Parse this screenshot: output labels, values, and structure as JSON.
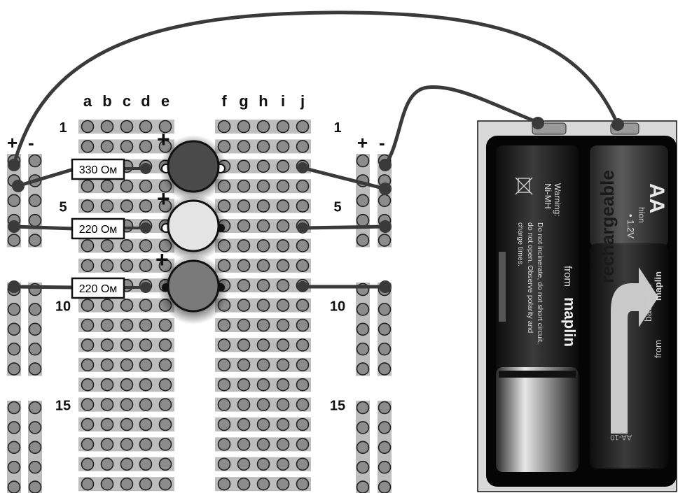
{
  "breadboard": {
    "column_labels": [
      "a",
      "b",
      "c",
      "d",
      "e",
      "f",
      "g",
      "h",
      "i",
      "j"
    ],
    "row_labels": [
      "1",
      "5",
      "10",
      "15"
    ],
    "rail_symbols": {
      "plus": "+",
      "minus": "-"
    },
    "led_symbol": "+"
  },
  "resistors": [
    {
      "label": "330 Ом",
      "row": 3
    },
    {
      "label": "220 Ом",
      "row": 6
    },
    {
      "label": "220 Ом",
      "row": 9
    }
  ],
  "leds": [
    {
      "name": "led-dark",
      "row": 3,
      "color": "#4a4a4a"
    },
    {
      "name": "led-light",
      "row": 6,
      "color": "#e4e4e4"
    },
    {
      "name": "led-medium",
      "row": 9,
      "color": "#7a7a7a"
    }
  ],
  "battery_pack": {
    "left_cell": {
      "chemistry": "Ni-MH",
      "warning_title": "Warning:",
      "warning_line1": "Do not incinerate, do not short circuit,",
      "warning_line2": "do not open. Observe polarity and",
      "warning_line3": "charge times.",
      "from": "from",
      "brand": "maplin"
    },
    "right_cell": {
      "size": "AA",
      "brand_top": "hion",
      "voltage": "• 1.2V",
      "main_text": "rechargeable",
      "sub_text": "batteries",
      "from": "from",
      "brand": "maplin",
      "bottom_code": "AA-10"
    }
  },
  "colors": {
    "hole": "#8c8c8c",
    "strip": "#bdbdbd",
    "wire": "#3a3a3a",
    "background": "#ffffff"
  }
}
